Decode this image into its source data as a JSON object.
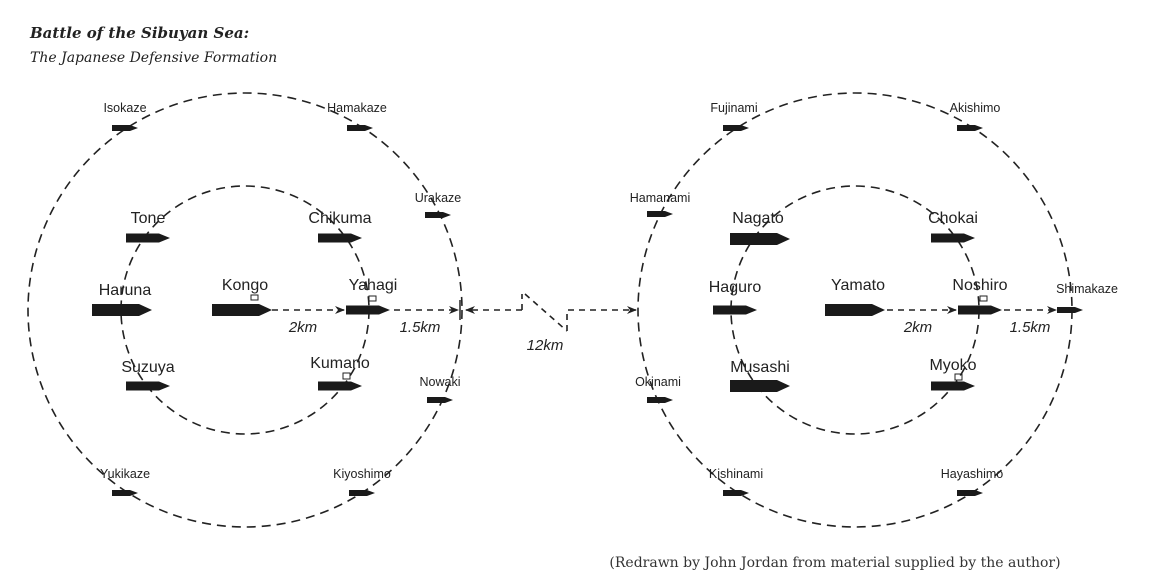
{
  "title": "Battle of the Sibuyan Sea:",
  "subtitle": "The Japanese Defensive Formation",
  "left_formation": {
    "ships": [
      "Isokaze",
      "Hamakaze",
      "Urakaze",
      "Tone",
      "Chikuma",
      "Haruna",
      "Kongo",
      "Yahagi",
      "Suzuya",
      "Kumano",
      "Nowaki",
      "Yukikaze",
      "Kiyoshimo"
    ],
    "distances": [
      "2km",
      "1.5km"
    ]
  },
  "gap_distance": "12km",
  "right_formation": {
    "ships": [
      "Fujinami",
      "Akishimo",
      "Hamanami",
      "Nagato",
      "Chokai",
      "Haguro",
      "Yamato",
      "Noshiro",
      "Shimakaze",
      "Okinami",
      "Musashi",
      "Myoko",
      "Kishinami",
      "Hayashimo"
    ],
    "distances": [
      "2km",
      "1.5km"
    ]
  },
  "credit": "(Redrawn by John Jordan from material supplied by the author)"
}
